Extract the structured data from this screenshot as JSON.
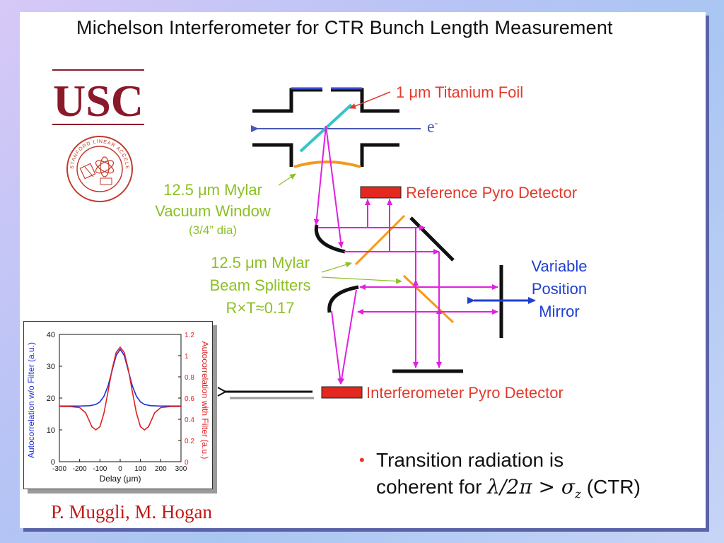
{
  "title": "Michelson Interferometer for CTR Bunch Length Measurement",
  "logo_text": "USC",
  "seal_text": "STANFORD LINEAR ACCELERATOR CENTER",
  "labels": {
    "foil": "1 μm Titanium Foil",
    "electron": "e",
    "electron_sup": "-",
    "ref_detector": "Reference Pyro Detector",
    "window_line1": "12.5 μm Mylar",
    "window_line2": "Vacuum Window",
    "window_line3": "(3/4” dia)",
    "splitter_line1": "12.5 μm Mylar",
    "splitter_line2": "Beam Splitters",
    "splitter_line3": "R×T≈0.17",
    "mirror_line1": "Variable",
    "mirror_line2": "Position",
    "mirror_line3": "Mirror",
    "interf_detector": "Interferometer Pyro Detector"
  },
  "bullet": {
    "line1": "Transition radiation is",
    "line2_prefix": "coherent for ",
    "formula": "λ/2π > σ",
    "formula_sub": "z",
    "line2_suffix": " (CTR)"
  },
  "authors": "P. Muggli, M. Hogan",
  "colors": {
    "beam": "#e020e0",
    "splitter": "#f39a1c",
    "detector": "#e4271f",
    "foil": "#35c4c8",
    "vacuum_window": "#f39a1c",
    "label_red": "#e23a2c",
    "label_green": "#8cc026",
    "label_blue": "#1f3fd0"
  },
  "chart_data": {
    "type": "line",
    "xlabel": "Delay (μm)",
    "ylabel_left": "Autocorrelation w/o Filter (a.u.)",
    "ylabel_right": "Autocorrelation with Filter (a.u.)",
    "xlim": [
      -300,
      300
    ],
    "ylim_left": [
      0,
      40
    ],
    "ylim_right": [
      0,
      1.2
    ],
    "x_ticks": [
      "-300",
      "-200",
      "-100",
      "0",
      "100",
      "200",
      "300"
    ],
    "y_ticks_left": [
      "0",
      "10",
      "20",
      "30",
      "40"
    ],
    "y_ticks_right": [
      "0",
      "0.2",
      "0.4",
      "0.6",
      "0.8",
      "1",
      "1.2"
    ],
    "series": [
      {
        "color": "#1d2fd8",
        "axis": "left",
        "x": [
          -300,
          -250,
          -200,
          -150,
          -120,
          -100,
          -80,
          -60,
          -40,
          -20,
          0,
          20,
          40,
          60,
          80,
          100,
          120,
          150,
          200,
          250,
          300
        ],
        "y": [
          17.5,
          17.5,
          17.5,
          17.6,
          18.0,
          18.8,
          20.6,
          23.8,
          28.6,
          33.4,
          35.3,
          33.4,
          28.6,
          23.8,
          20.6,
          18.8,
          18.0,
          17.6,
          17.5,
          17.5,
          17.5
        ]
      },
      {
        "color": "#e02222",
        "axis": "right",
        "x": [
          -300,
          -250,
          -200,
          -170,
          -140,
          -120,
          -100,
          -80,
          -60,
          -40,
          -20,
          0,
          20,
          40,
          60,
          80,
          100,
          120,
          140,
          170,
          200,
          250,
          300
        ],
        "y": [
          0.52,
          0.52,
          0.51,
          0.46,
          0.33,
          0.3,
          0.33,
          0.46,
          0.66,
          0.87,
          1.03,
          1.08,
          1.03,
          0.87,
          0.66,
          0.46,
          0.33,
          0.3,
          0.33,
          0.46,
          0.51,
          0.52,
          0.52
        ]
      }
    ]
  }
}
